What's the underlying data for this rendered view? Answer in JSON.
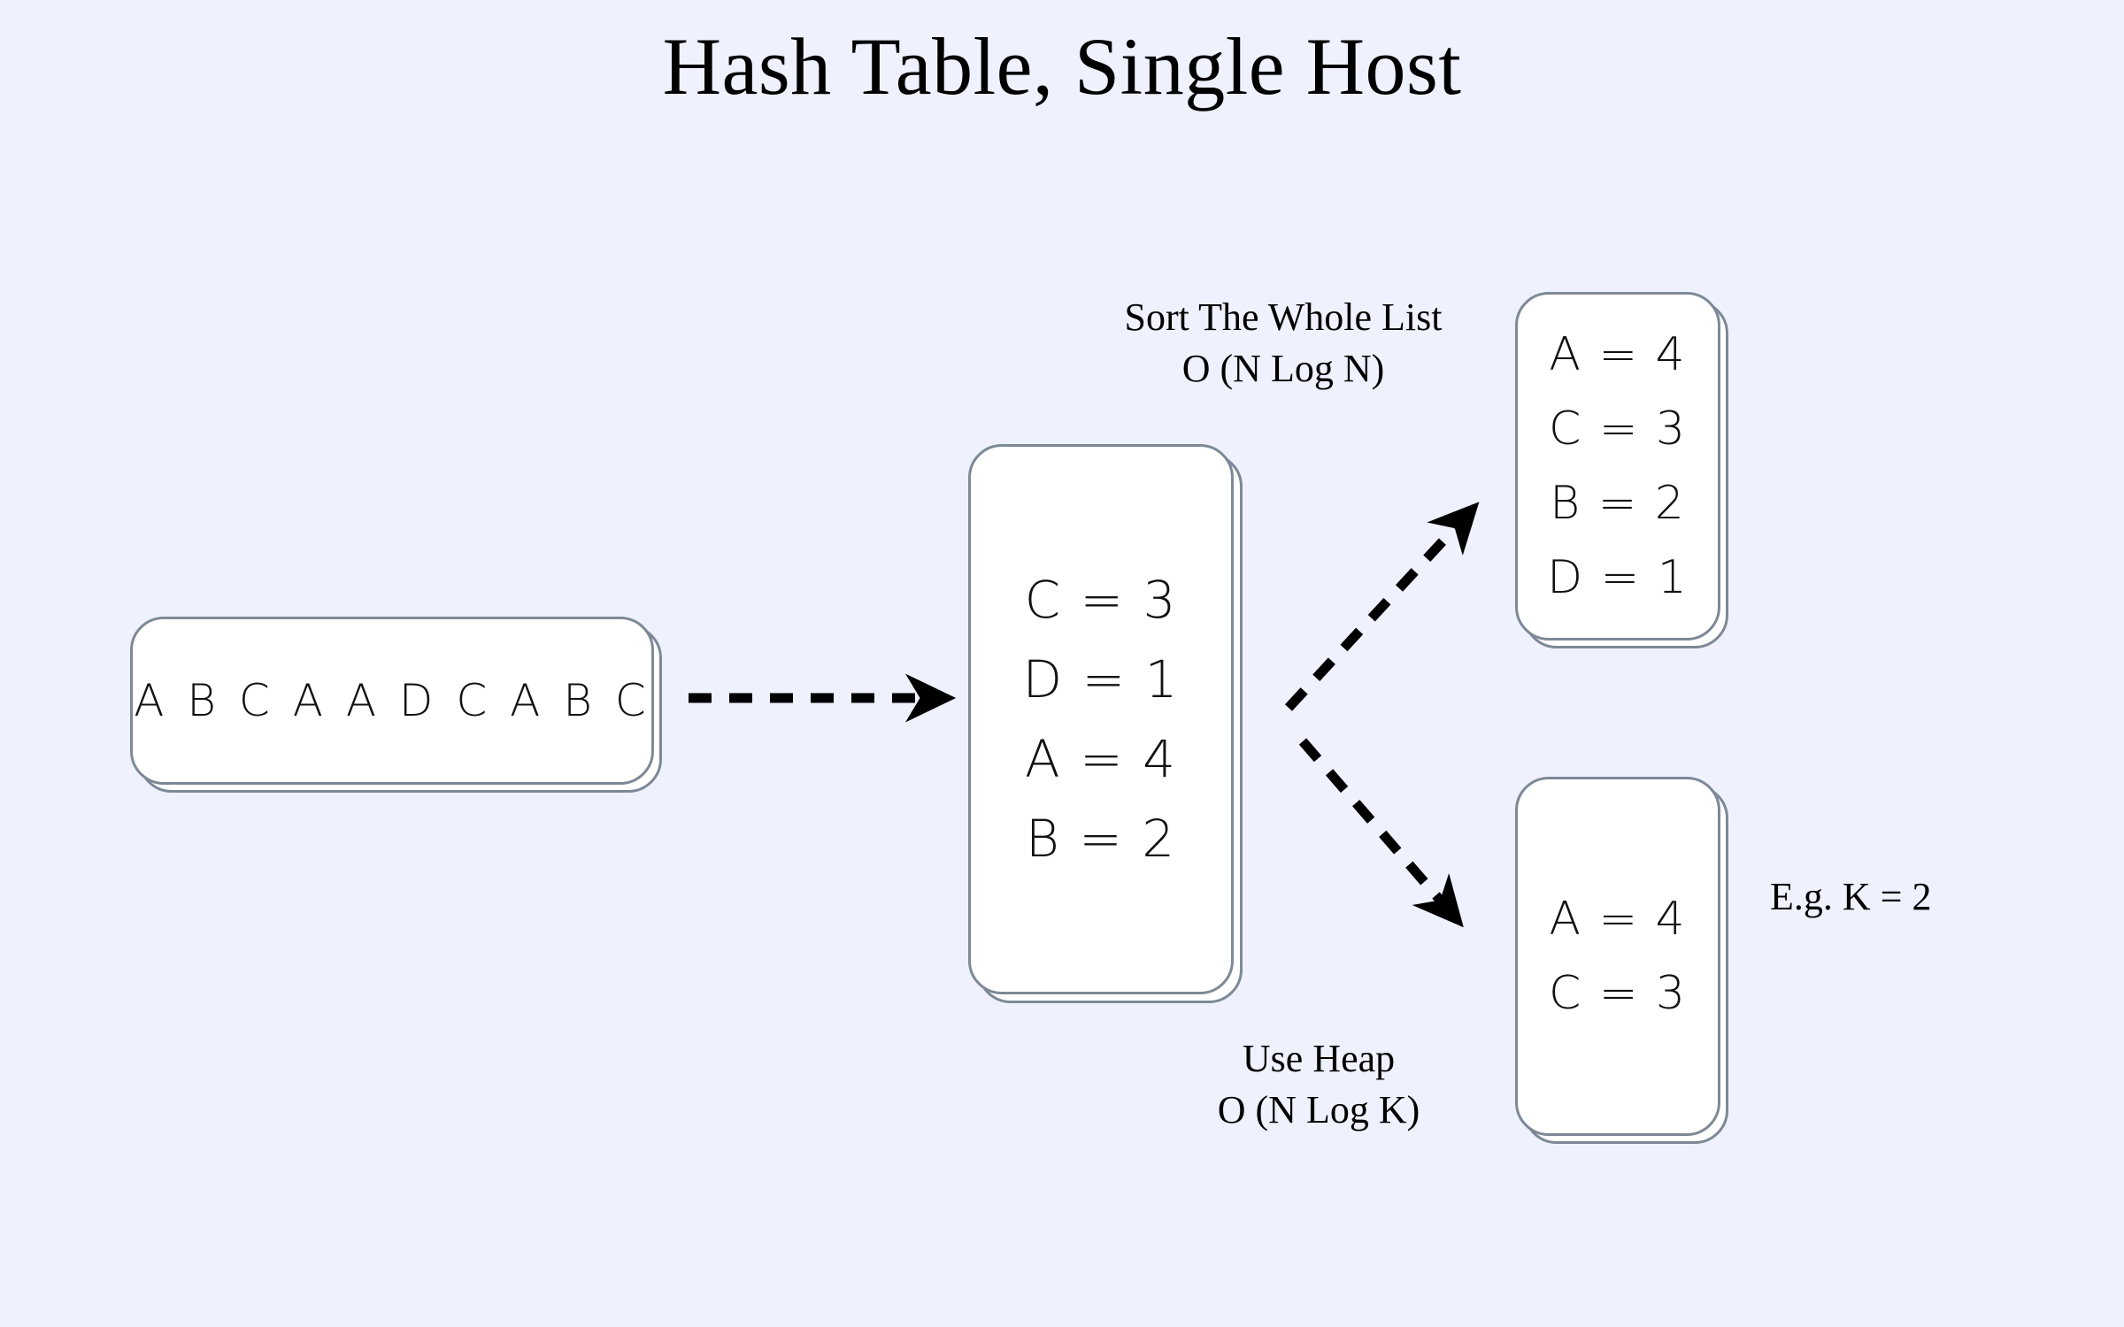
{
  "page": {
    "title": "Hash Table, Single Host",
    "background_color": "#eff2fe",
    "box_border_color": "#7d8996",
    "box_fill_color": "#ffffff",
    "arrow_color": "#000000"
  },
  "input_box": {
    "name": "input-stream",
    "line": "A B C A A D C A B C"
  },
  "hash_table_box": {
    "name": "hash-table",
    "entries": [
      {
        "key": "C",
        "value": 3,
        "text": "C = 3"
      },
      {
        "key": "D",
        "value": 1,
        "text": "D = 1"
      },
      {
        "key": "A",
        "value": 4,
        "text": "A = 4"
      },
      {
        "key": "B",
        "value": 2,
        "text": "B = 2"
      }
    ]
  },
  "sorted_box": {
    "name": "sorted-result",
    "entries": [
      {
        "key": "A",
        "value": 4,
        "text": "A = 4"
      },
      {
        "key": "C",
        "value": 3,
        "text": "C = 3"
      },
      {
        "key": "B",
        "value": 2,
        "text": "B = 2"
      },
      {
        "key": "D",
        "value": 1,
        "text": "D = 1"
      }
    ]
  },
  "heap_box": {
    "name": "heap-result",
    "entries": [
      {
        "key": "A",
        "value": 4,
        "text": "A = 4"
      },
      {
        "key": "C",
        "value": 3,
        "text": "C = 3"
      }
    ]
  },
  "annotations": {
    "sort_branch": {
      "line1": "Sort The Whole List",
      "line2": "O (N Log N)"
    },
    "heap_branch": {
      "line1": "Use Heap",
      "line2": "O (N Log K)"
    },
    "k_note": "E.g. K = 2"
  },
  "arrows": [
    {
      "name": "input-to-hash-arrow",
      "style": "dashed",
      "direction": "right"
    },
    {
      "name": "hash-to-sorted-arrow",
      "style": "dashed",
      "direction": "up-right"
    },
    {
      "name": "hash-to-heap-arrow",
      "style": "dashed",
      "direction": "down-right"
    }
  ]
}
